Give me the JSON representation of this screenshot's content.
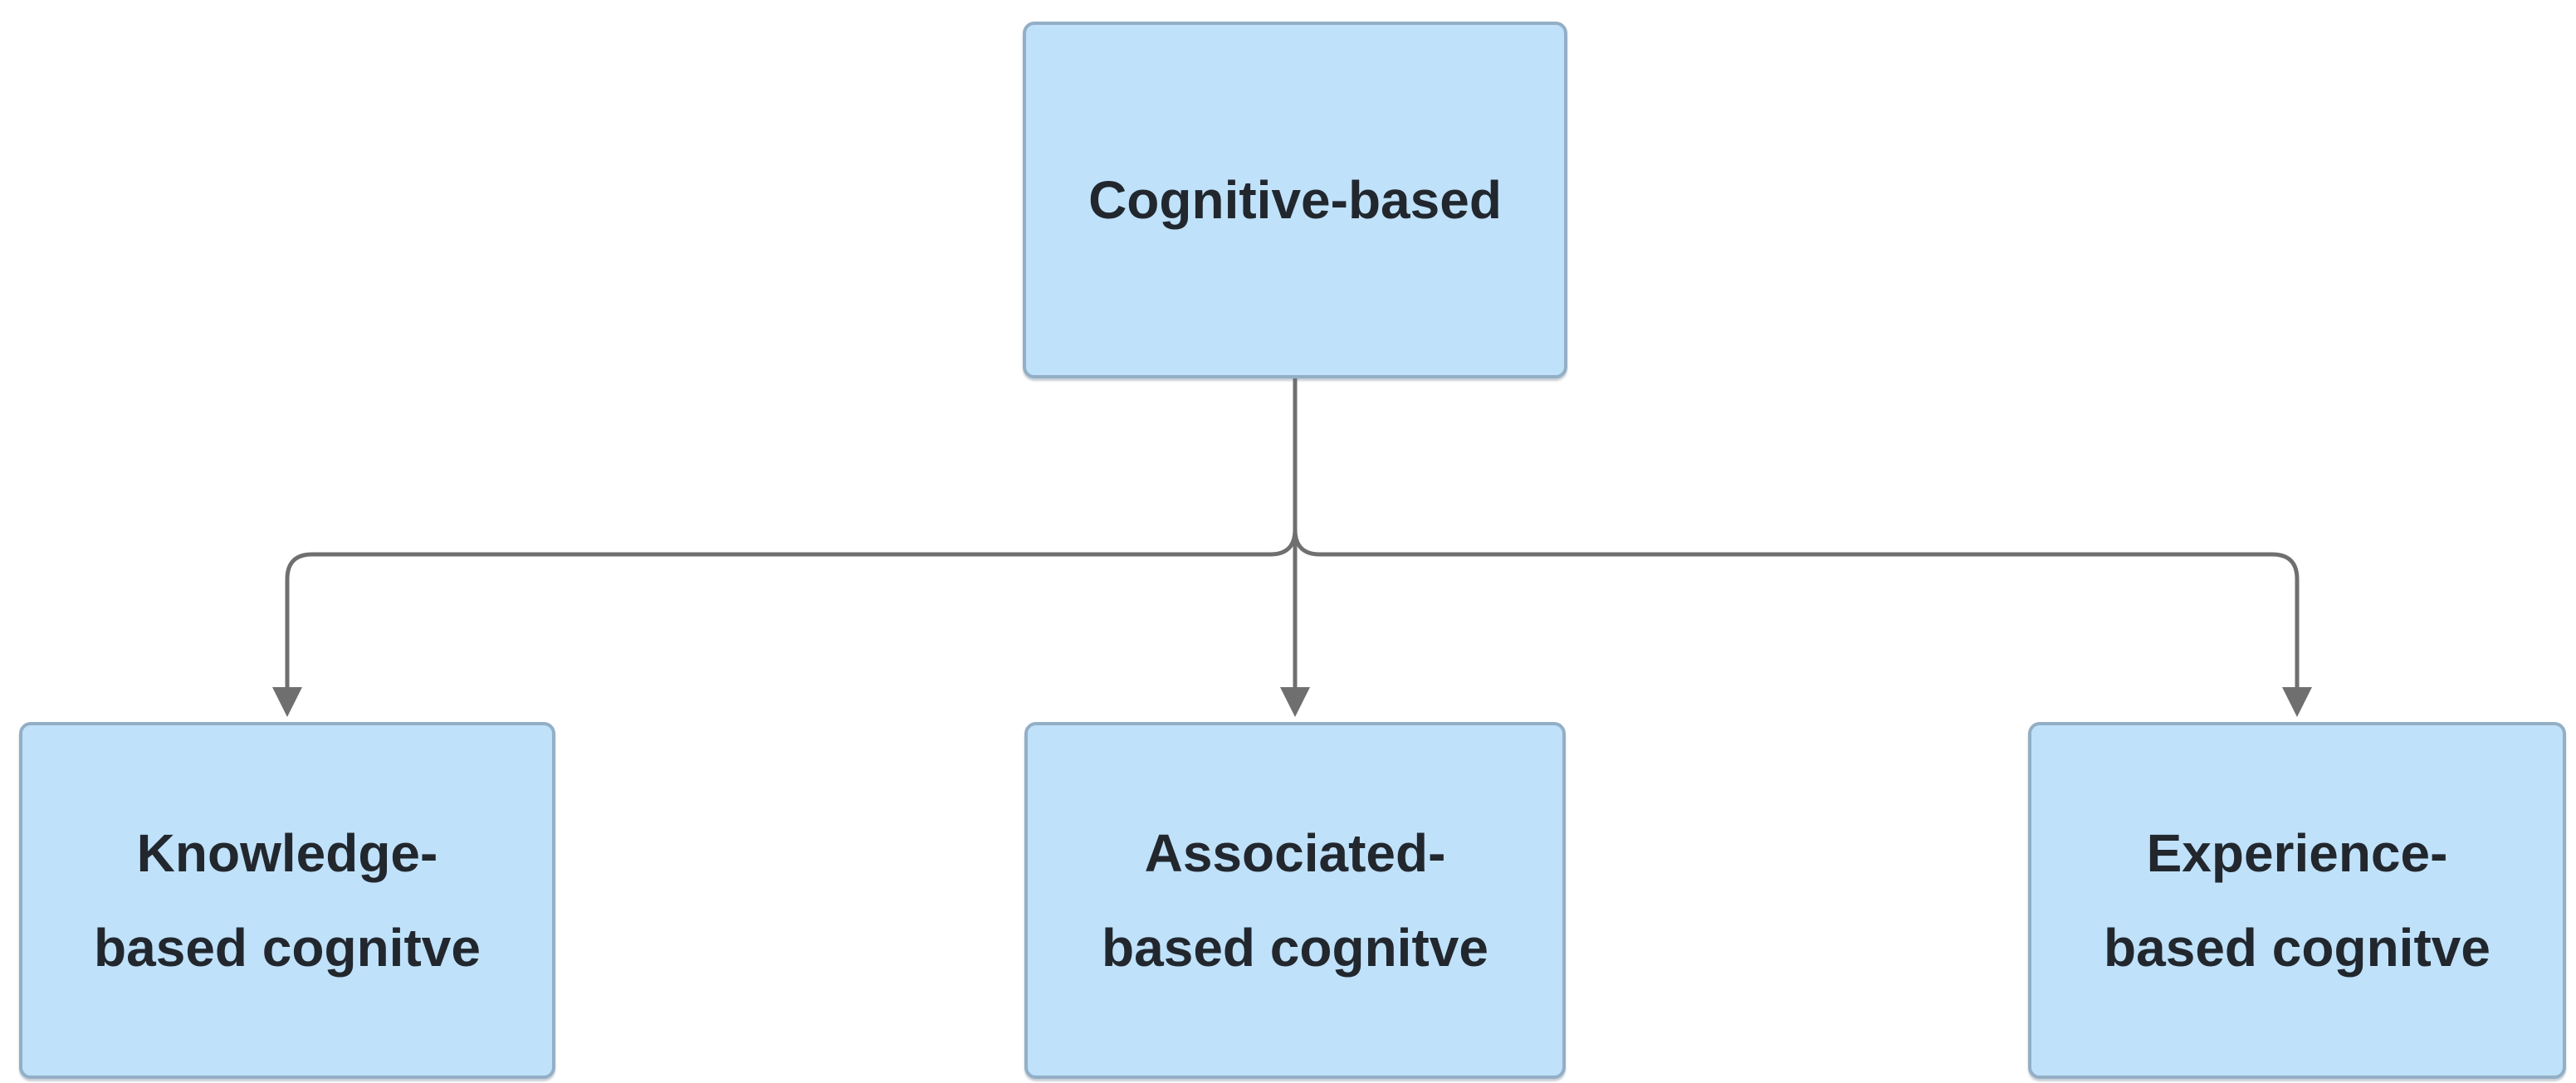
{
  "diagram": {
    "type": "flowchart",
    "nodes": [
      {
        "id": "root",
        "lines": [
          "Cognitive-based"
        ]
      },
      {
        "id": "knowledge",
        "lines": [
          "Knowledge-",
          "based cognitve"
        ]
      },
      {
        "id": "associated",
        "lines": [
          "Associated-",
          "based cognitve"
        ]
      },
      {
        "id": "experience",
        "lines": [
          "Experience-",
          "based cognitve"
        ]
      }
    ],
    "edges": [
      {
        "from": "root",
        "to": "knowledge"
      },
      {
        "from": "root",
        "to": "associated"
      },
      {
        "from": "root",
        "to": "experience"
      }
    ],
    "colors": {
      "node_fill": "#BFE1FA",
      "node_border": "#93AFC6",
      "node_text": "#22272E",
      "connector": "#6F6F6F",
      "background": "#FFFFFF"
    }
  }
}
